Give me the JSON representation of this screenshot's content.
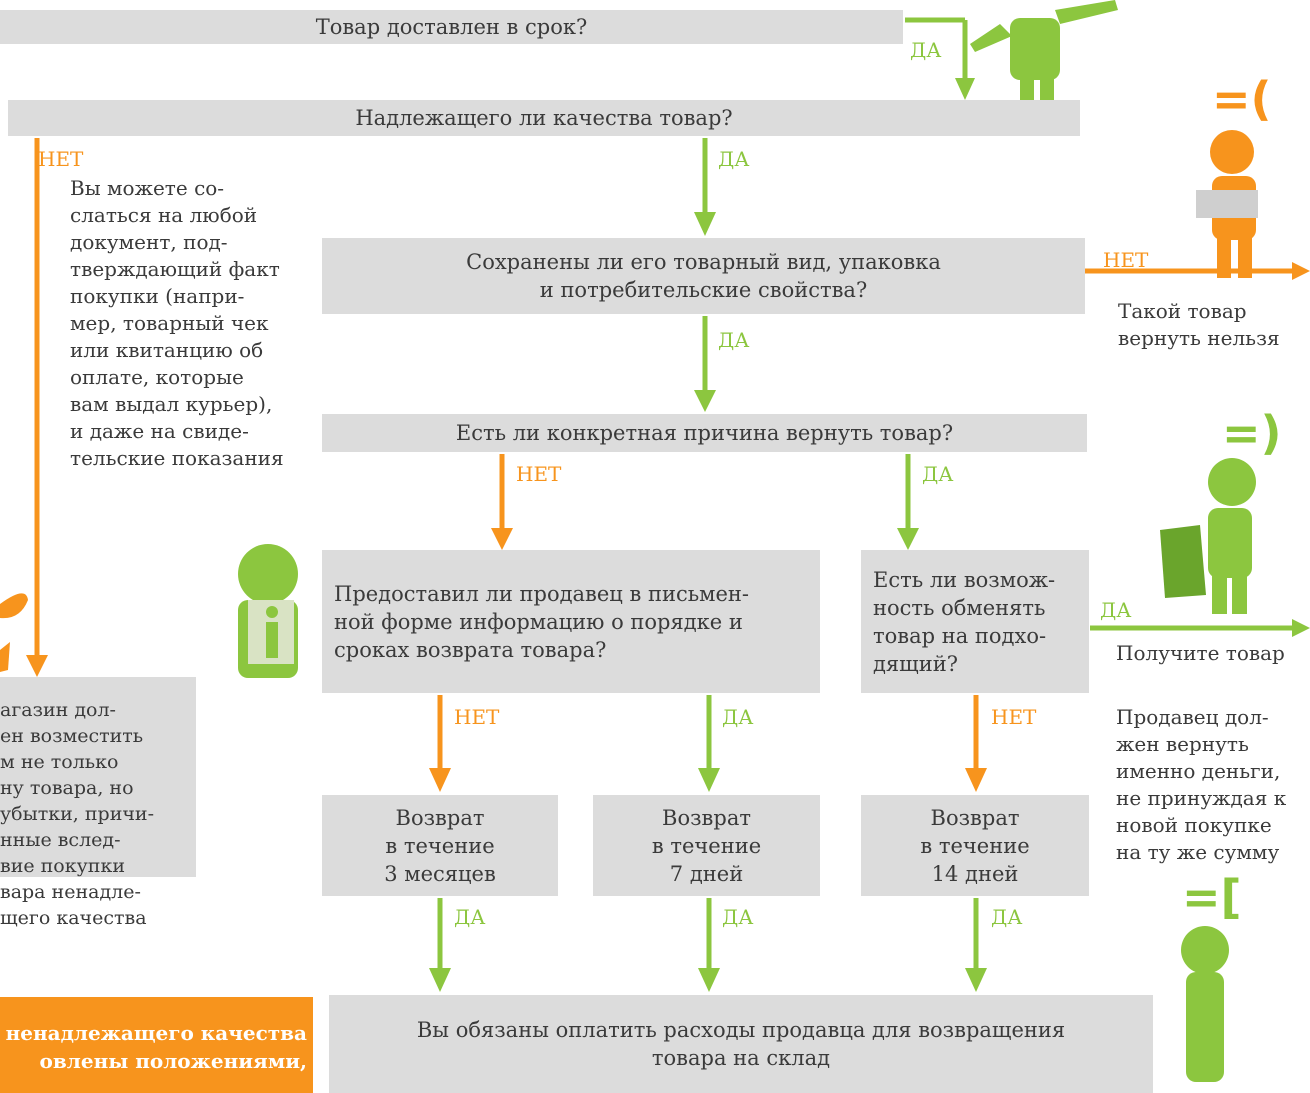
{
  "questions": {
    "q1": "Товар доставлен в срок?",
    "q2": "Надлежащего ли качества товар?",
    "q3": [
      "Сохранены ли его товарный вид, упаковка",
      "и потребительские свойства?"
    ],
    "q4": "Есть ли конкретная причина вернуть товар?",
    "q5": [
      "Предоставил ли продавец в письмен-",
      "ной форме информацию о порядке и",
      "сроках возврата товара?"
    ],
    "q6": [
      "Есть ли возмож-",
      "ность обменять",
      "товар на подхо-",
      "дящий?"
    ]
  },
  "results": {
    "r1": [
      "Возврат",
      "в течение",
      "3 месяцев"
    ],
    "r2": [
      "Возврат",
      "в течение",
      "7 дней"
    ],
    "r3": [
      "Возврат",
      "в течение",
      "14 дней"
    ],
    "pay": [
      "Вы обязаны оплатить расходы продавца для возвращения",
      "товара на склад"
    ]
  },
  "side_texts": {
    "proof": [
      "Вы можете со-",
      "слаться на любой",
      "документ, под-",
      "тверждающий факт",
      "покупки (напри-",
      "мер, товарный чек",
      "или квитанцию об",
      "оплате, которые",
      "вам выдал курьер),",
      "и даже на свиде-",
      "тельские показания"
    ],
    "cannot_return": [
      "Такой товар",
      "вернуть нельзя"
    ],
    "get_item": "Получите товар",
    "refund": [
      "Продавец дол-",
      "жен вернуть",
      "именно деньги,",
      "не принуждая к",
      "новой покупке",
      "на ту же сумму"
    ],
    "shop_compensate": [
      "агазин дол-",
      "ен возместить",
      "м не только",
      "ну товара, но",
      "убытки, причи-",
      "нные вслед-",
      "вие покупки",
      "вара ненадле-",
      "щего качества"
    ],
    "orange_box": [
      "ненадлежащего качества",
      "овлены положениями,"
    ]
  },
  "labels": {
    "yes": "ДА",
    "no": "НЕТ"
  },
  "faces": {
    "sad": "=(",
    "happy": "=)",
    "unsure": "=["
  },
  "colors": {
    "yes_green": "#8cc63f",
    "no_orange": "#f7941d",
    "box_gray": "#dcdcdc",
    "text": "#3a3a3a"
  }
}
